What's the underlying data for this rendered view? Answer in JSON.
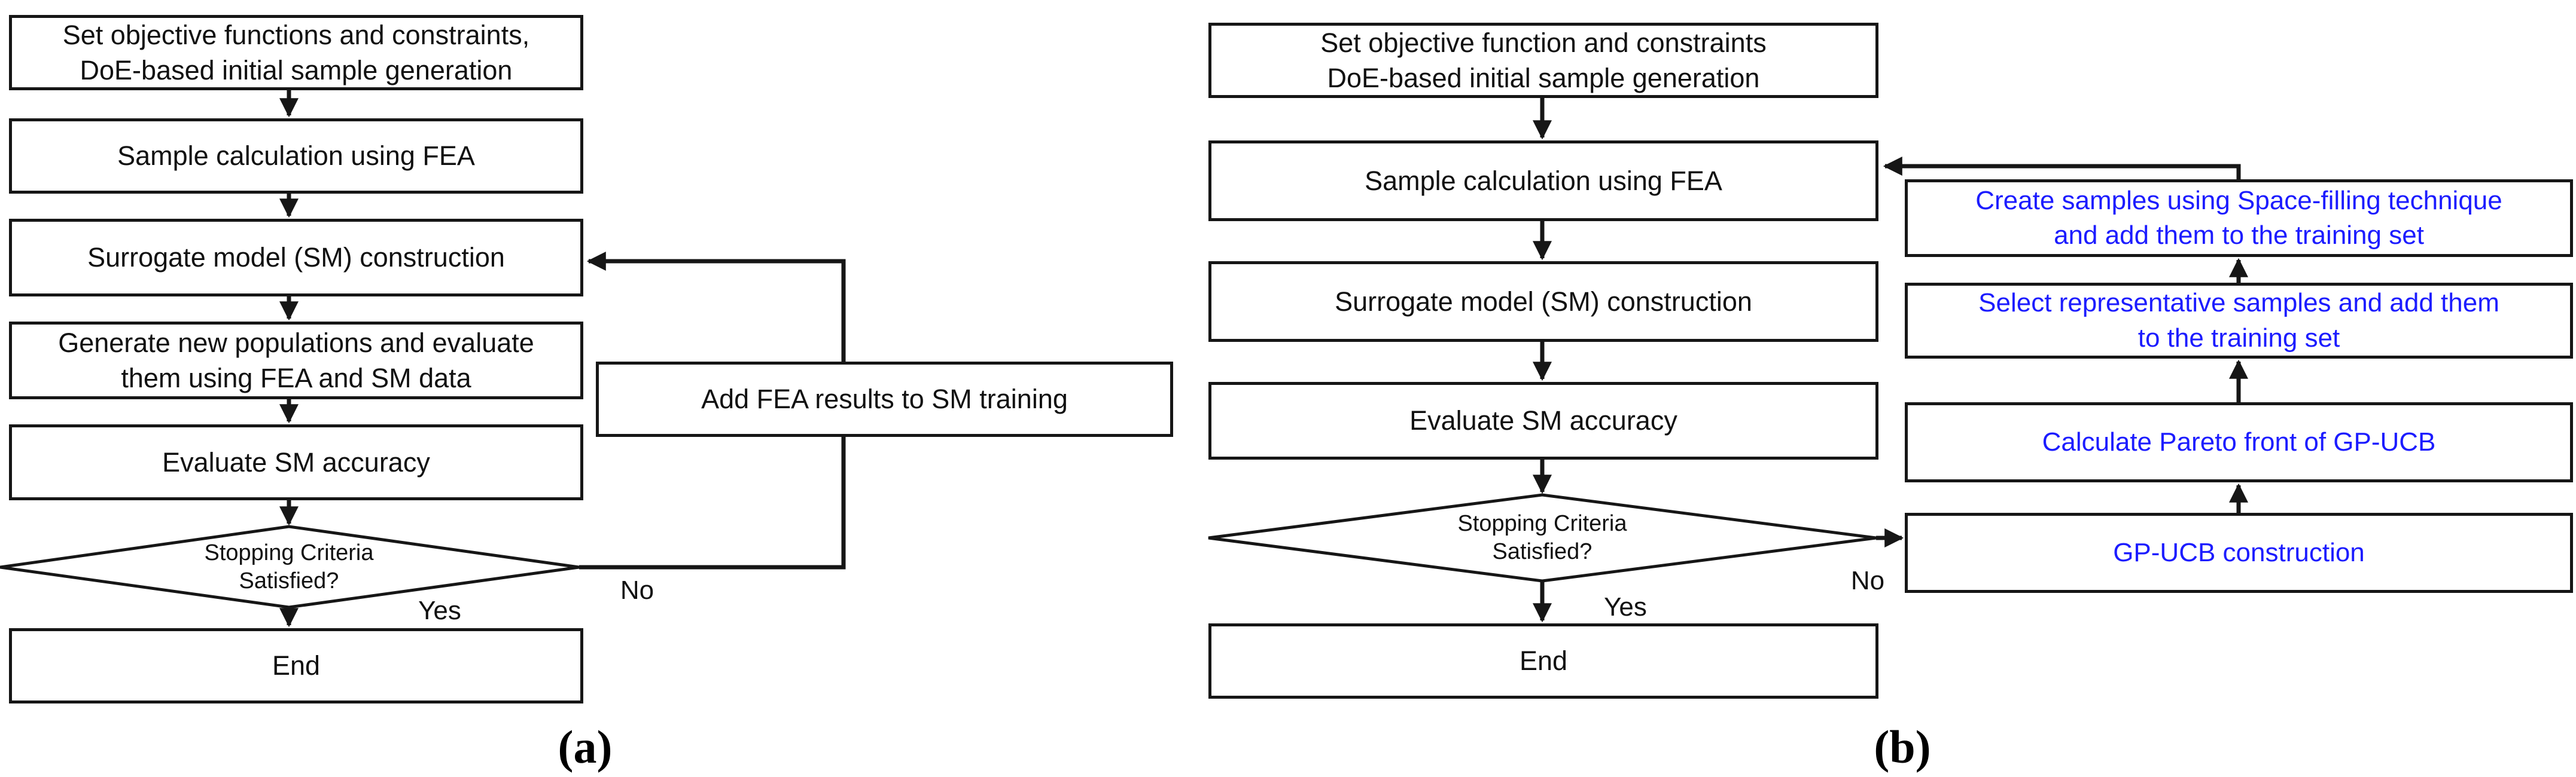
{
  "figure": {
    "label_a": "(a)",
    "label_b": "(b)"
  },
  "colors": {
    "line": "#161616",
    "accent_blue": "#1c1cff",
    "background": "#ffffff"
  },
  "chart_a": {
    "steps": [
      {
        "label": "Set objective functions and constraints,\nDoE-based initial sample generation"
      },
      {
        "label": "Sample calculation using FEA"
      },
      {
        "label": "Surrogate model (SM) construction"
      },
      {
        "label": "Generate new populations and evaluate\nthem using FEA and SM data"
      },
      {
        "label": "Evaluate SM accuracy"
      }
    ],
    "decision": "Stopping Criteria\nSatisfied?",
    "yes": "Yes",
    "no": "No",
    "loop_box": "Add FEA results to SM training",
    "end": "End"
  },
  "chart_b": {
    "steps": [
      {
        "label": "Set objective function and constraints\nDoE-based initial sample generation"
      },
      {
        "label": "Sample calculation using FEA"
      },
      {
        "label": "Surrogate model (SM) construction"
      },
      {
        "label": "Evaluate SM accuracy"
      }
    ],
    "decision": "Stopping Criteria\nSatisfied?",
    "yes": "Yes",
    "no": "No",
    "end": "End",
    "blue_steps": [
      {
        "label": "Create samples using Space-filling technique\nand add them to the training set"
      },
      {
        "label": "Select representative samples and add them\nto the training set"
      },
      {
        "label": "Calculate Pareto front of GP-UCB"
      },
      {
        "label": "GP-UCB construction"
      }
    ]
  }
}
